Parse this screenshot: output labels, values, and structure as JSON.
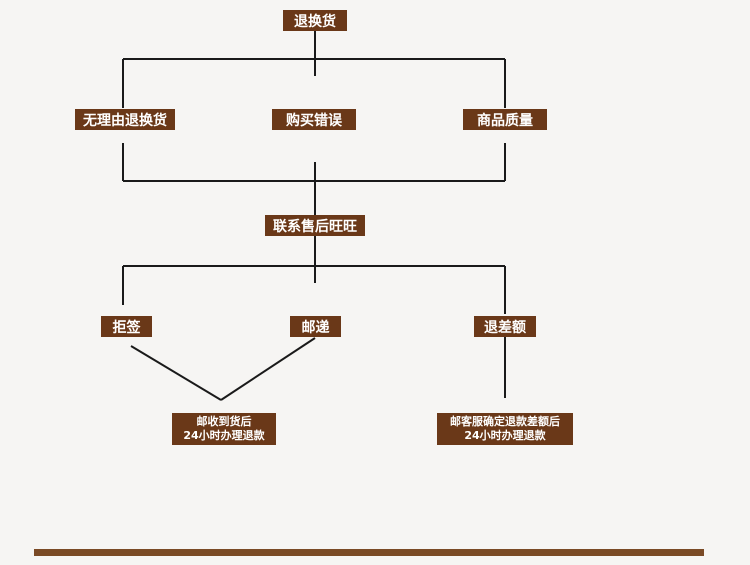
{
  "colors": {
    "node_fill": "#6a3818",
    "node_text": "#ffffff",
    "line": "#1a1a1a",
    "bar": "#7a4a25",
    "background": "#f6f5f3"
  },
  "nodes": {
    "root": "退换货",
    "no_reason": "无理由退换货",
    "wrong_purchase": "购买错误",
    "quality": "商品质量",
    "contact": "联系售后旺旺",
    "reject": "拒签",
    "mail": "邮递",
    "refund_diff": "退差额",
    "result_left": {
      "line1": "邮收到货后",
      "line2": "24小时办理退款"
    },
    "result_right": {
      "line1": "邮客服确定退款差额后",
      "line2": "24小时办理退款"
    }
  }
}
